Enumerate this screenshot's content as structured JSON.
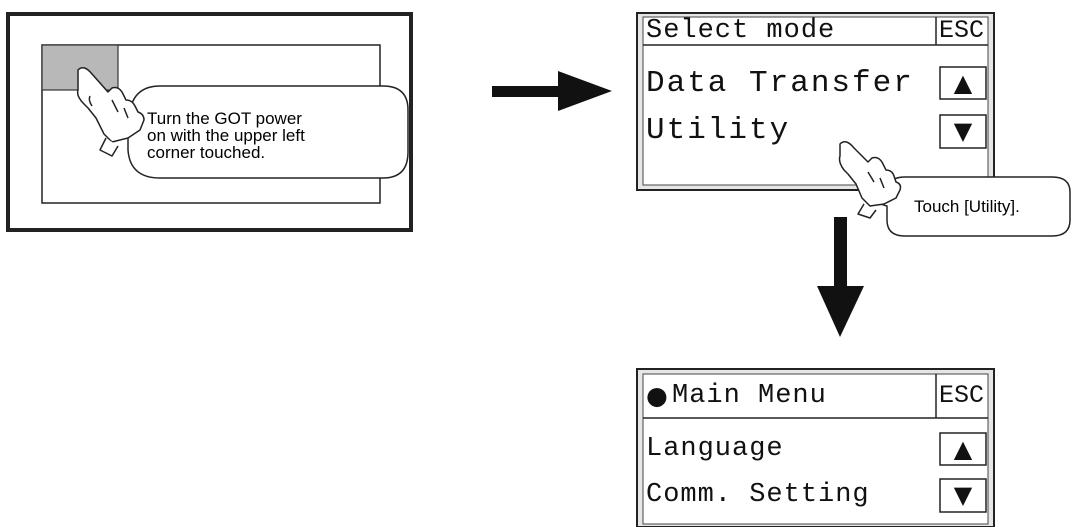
{
  "step1": {
    "callout_lines": [
      "Turn the GOT power",
      "on with the upper left",
      "corner touched."
    ]
  },
  "screen_select": {
    "title": "Select mode",
    "esc": "ESC",
    "items": [
      "Data Transfer",
      "Utility"
    ],
    "up_arrow": "▲",
    "down_arrow": "▼",
    "callout": "Touch [Utility]."
  },
  "screen_main": {
    "bullet": "●",
    "title": "Main Menu",
    "esc": "ESC",
    "items": [
      "Language",
      "Comm. Setting"
    ],
    "up_arrow": "▲",
    "down_arrow": "▼"
  }
}
